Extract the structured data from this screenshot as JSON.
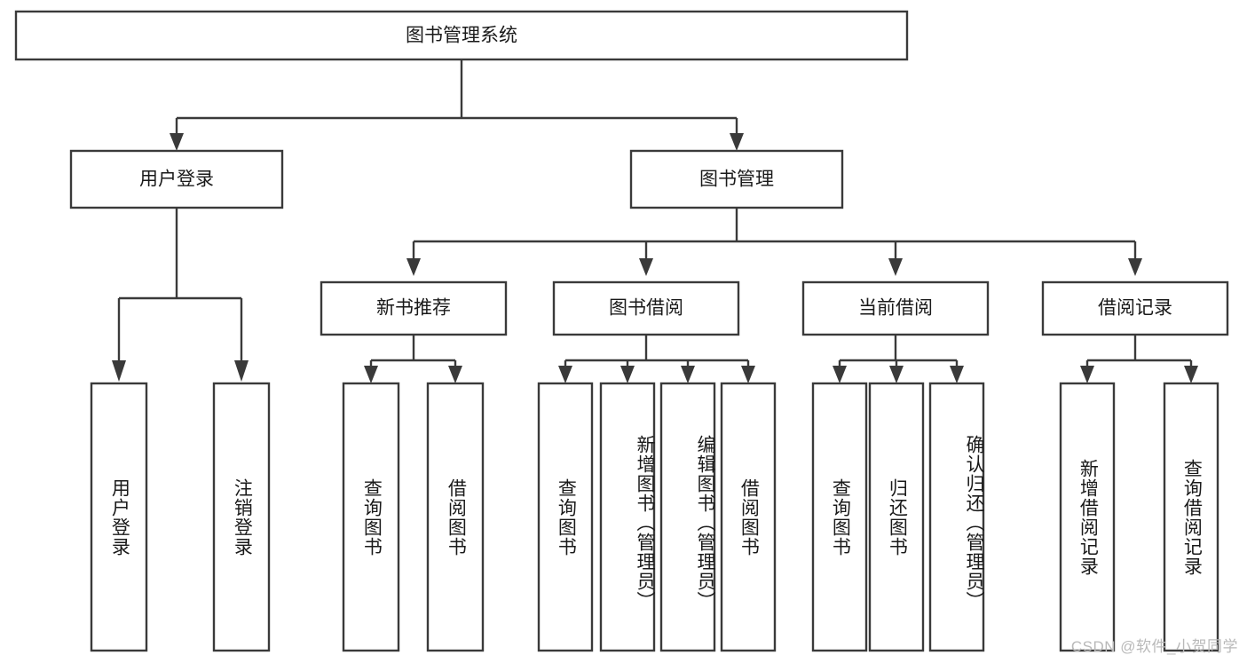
{
  "diagram": {
    "title": "图书管理系统",
    "type": "tree-hierarchy-diagram",
    "watermark": "CSDN @软件_小贺同学",
    "colors": {
      "stroke": "#3a3a3a",
      "box_fill": "#ffffff",
      "text": "#1a1a1a",
      "background": "#ffffff",
      "watermark": "#b9b9b9"
    },
    "root": {
      "label": "图书管理系统"
    },
    "level2": [
      {
        "label": "用户登录"
      },
      {
        "label": "图书管理"
      }
    ],
    "level3": [
      {
        "label": "新书推荐"
      },
      {
        "label": "图书借阅"
      },
      {
        "label": "当前借阅"
      },
      {
        "label": "借阅记录"
      }
    ],
    "leaves": [
      {
        "label": "用户登录",
        "parent": "用户登录"
      },
      {
        "label": "注销登录",
        "parent": "用户登录"
      },
      {
        "label": "查询图书",
        "parent": "新书推荐"
      },
      {
        "label": "借阅图书",
        "parent": "新书推荐"
      },
      {
        "label": "查询图书",
        "parent": "图书借阅"
      },
      {
        "label": "新增图书（管理员）",
        "parent": "图书借阅"
      },
      {
        "label": "编辑图书（管理员）",
        "parent": "图书借阅"
      },
      {
        "label": "借阅图书",
        "parent": "图书借阅"
      },
      {
        "label": "查询图书",
        "parent": "当前借阅"
      },
      {
        "label": "归还图书",
        "parent": "当前借阅"
      },
      {
        "label": "确认归还（管理员）",
        "parent": "当前借阅"
      },
      {
        "label": "新增借阅记录",
        "parent": "借阅记录"
      },
      {
        "label": "查询借阅记录",
        "parent": "借阅记录"
      }
    ]
  }
}
